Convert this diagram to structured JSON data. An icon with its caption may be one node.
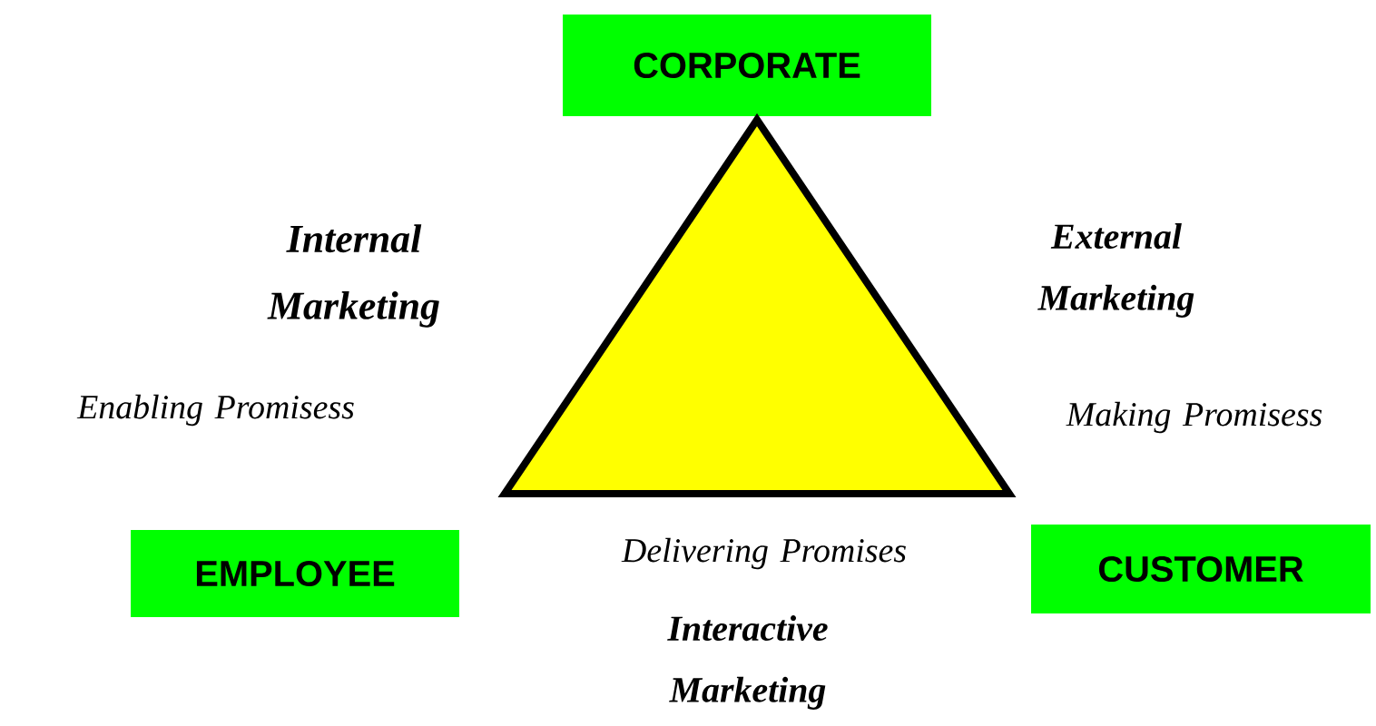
{
  "diagram": {
    "nodes": [
      {
        "text": [
          "CORPORATE"
        ]
      },
      {
        "text": [],
        "shape": "triangle"
      },
      {
        "text": [
          "EMPLOYEE"
        ]
      },
      {
        "text": [
          "CUSTOMER"
        ]
      }
    ],
    "labels": [
      "Internal Marketing",
      "External Marketing",
      "Enabling Promisess",
      "Making Promisess",
      "Delivering Promises",
      "Interactive Marketing"
    ]
  }
}
